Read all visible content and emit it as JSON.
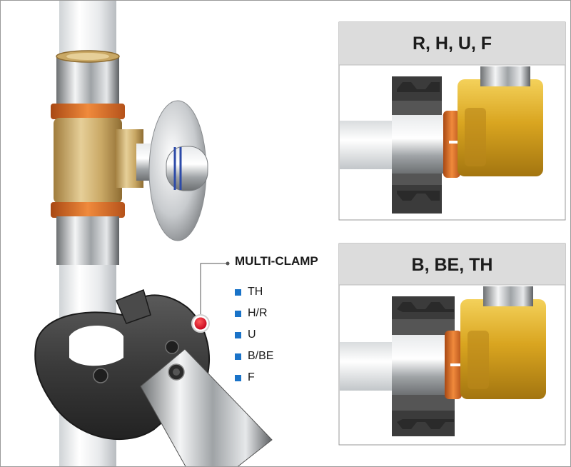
{
  "panels": [
    {
      "title": "R, H, U, F"
    },
    {
      "title": "B, BE, TH"
    }
  ],
  "legend": {
    "title": "MULTI-CLAMP",
    "items": [
      "TH",
      "H/R",
      "U",
      "B/BE",
      "F"
    ]
  },
  "colors": {
    "bullet": "#1a73c8",
    "marker": "#e3001b",
    "copper": "#d9641f",
    "brass": "#d9a520",
    "panel_header": "#dcdcdc",
    "tool": "#3a3a3a"
  }
}
